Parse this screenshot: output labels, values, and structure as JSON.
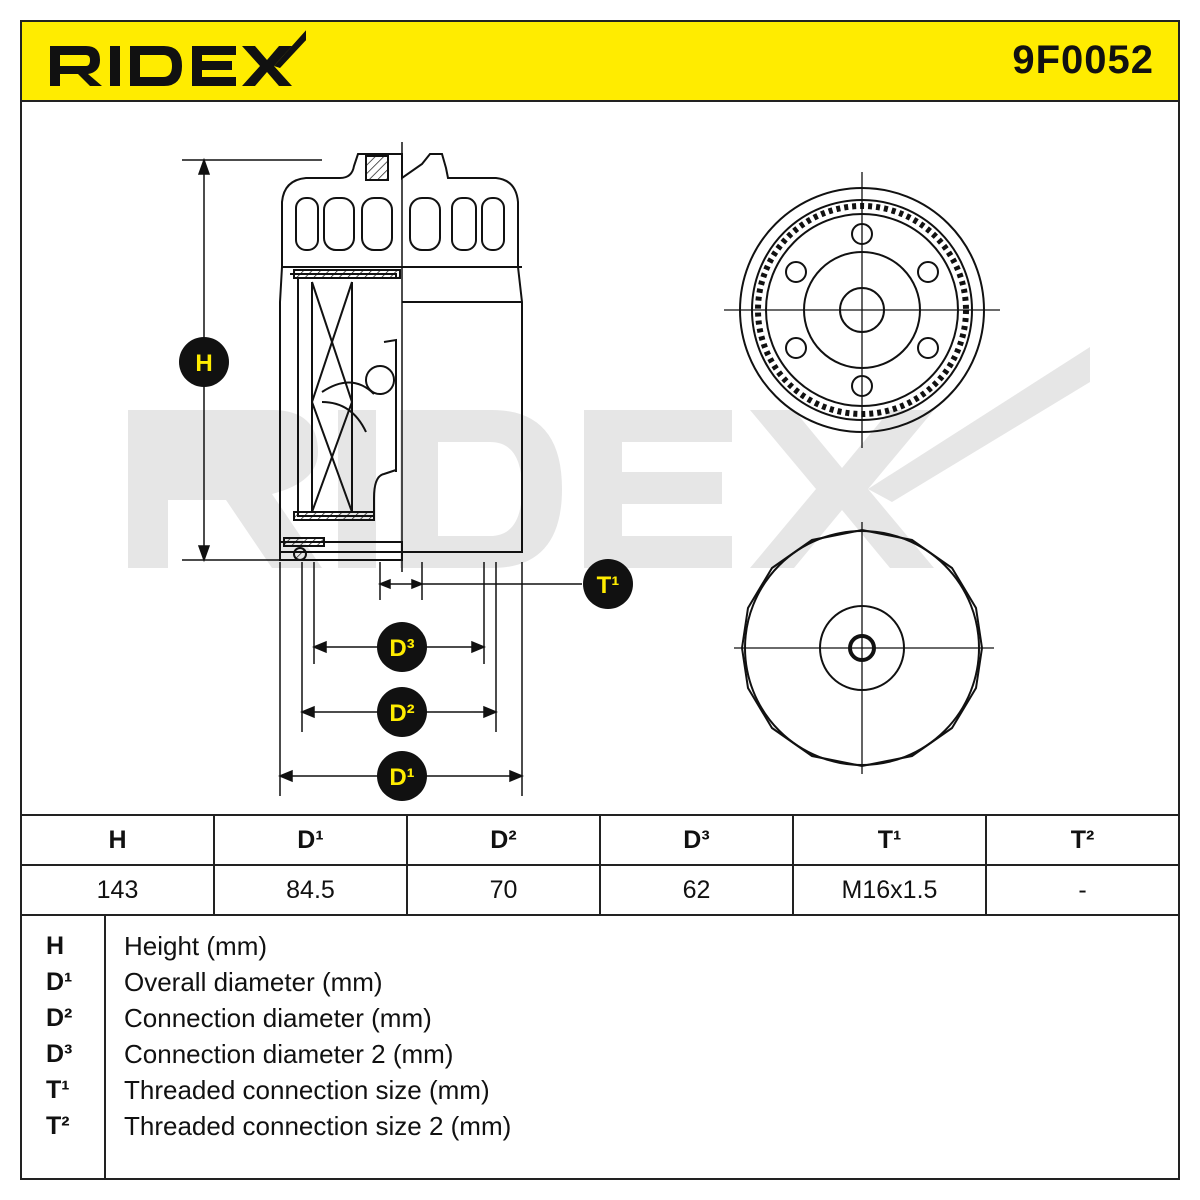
{
  "brand": {
    "logo_text": "RIDEX",
    "watermark_text": "RIDEX"
  },
  "part_number": "9F0052",
  "drawing": {
    "labels": {
      "H": "H",
      "D1": "D¹",
      "D2": "D²",
      "D3": "D³",
      "T1": "T¹"
    }
  },
  "table": {
    "headers": [
      "H",
      "D¹",
      "D²",
      "D³",
      "T¹",
      "T²"
    ],
    "values": [
      "143",
      "84.5",
      "70",
      "62",
      "M16x1.5",
      "-"
    ]
  },
  "legend": [
    {
      "key": "H",
      "desc": "Height (mm)"
    },
    {
      "key": "D¹",
      "desc": "Overall diameter (mm)"
    },
    {
      "key": "D²",
      "desc": "Connection diameter (mm)"
    },
    {
      "key": "D³",
      "desc": "Connection diameter 2 (mm)"
    },
    {
      "key": "T¹",
      "desc": "Threaded connection size (mm)"
    },
    {
      "key": "T²",
      "desc": "Threaded connection size 2 (mm)"
    }
  ],
  "colors": {
    "accent": "#ffec00",
    "ink": "#111111",
    "watermark": "#e6e6e6"
  }
}
